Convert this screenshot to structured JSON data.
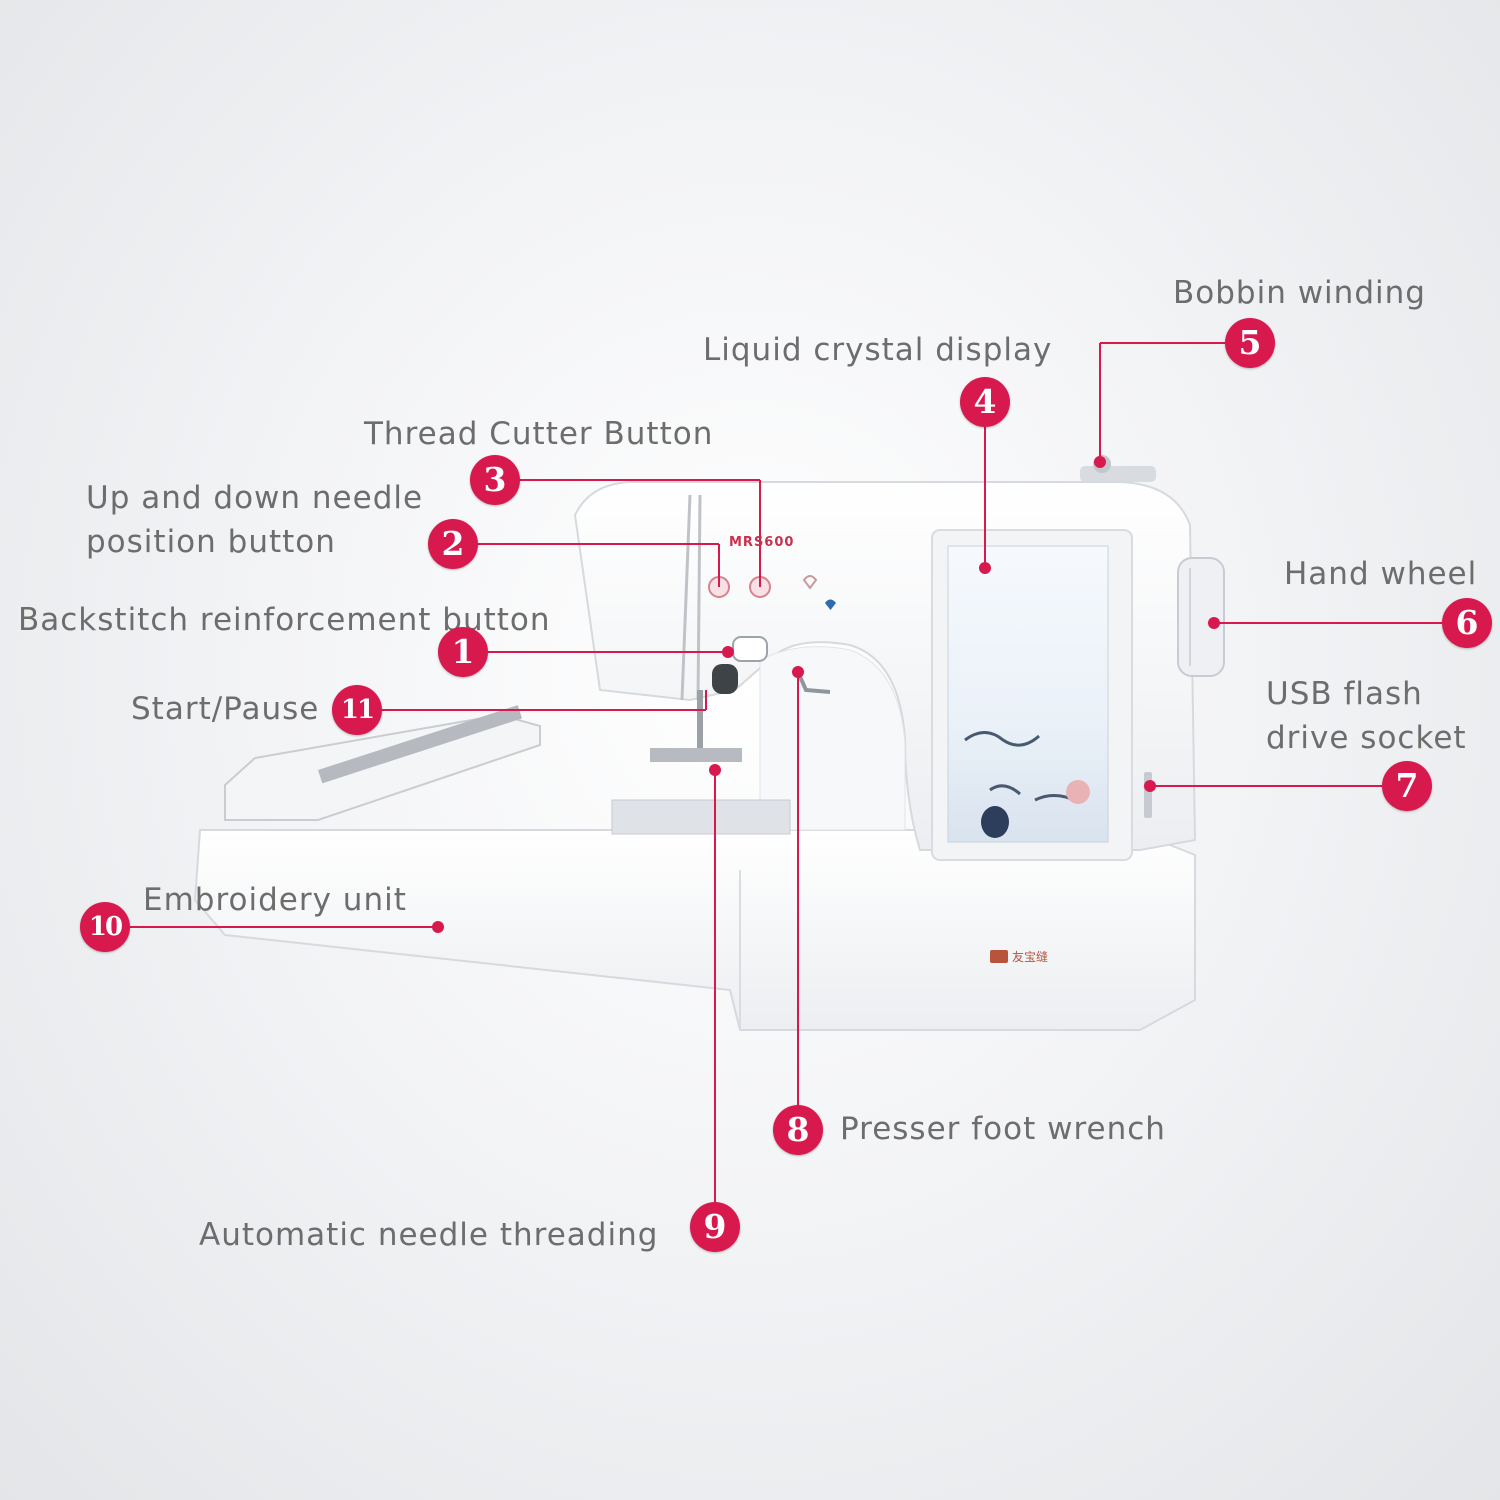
{
  "accent_color": "#d8194e",
  "machine": {
    "model_text": "MRS600",
    "brand_text": "友宝缝"
  },
  "callouts": [
    {
      "number": "1",
      "label": "Backstitch reinforcement button"
    },
    {
      "number": "2",
      "label": "Up and down needle position button"
    },
    {
      "number": "3",
      "label": "Thread Cutter Button"
    },
    {
      "number": "4",
      "label": "Liquid crystal display"
    },
    {
      "number": "5",
      "label": "Bobbin winding"
    },
    {
      "number": "6",
      "label": "Hand wheel"
    },
    {
      "number": "7",
      "label": "USB flash drive socket"
    },
    {
      "number": "8",
      "label": "Presser foot wrench"
    },
    {
      "number": "9",
      "label": "Automatic needle threading"
    },
    {
      "number": "10",
      "label": "Embroidery unit"
    },
    {
      "number": "11",
      "label": "Start/Pause"
    }
  ]
}
